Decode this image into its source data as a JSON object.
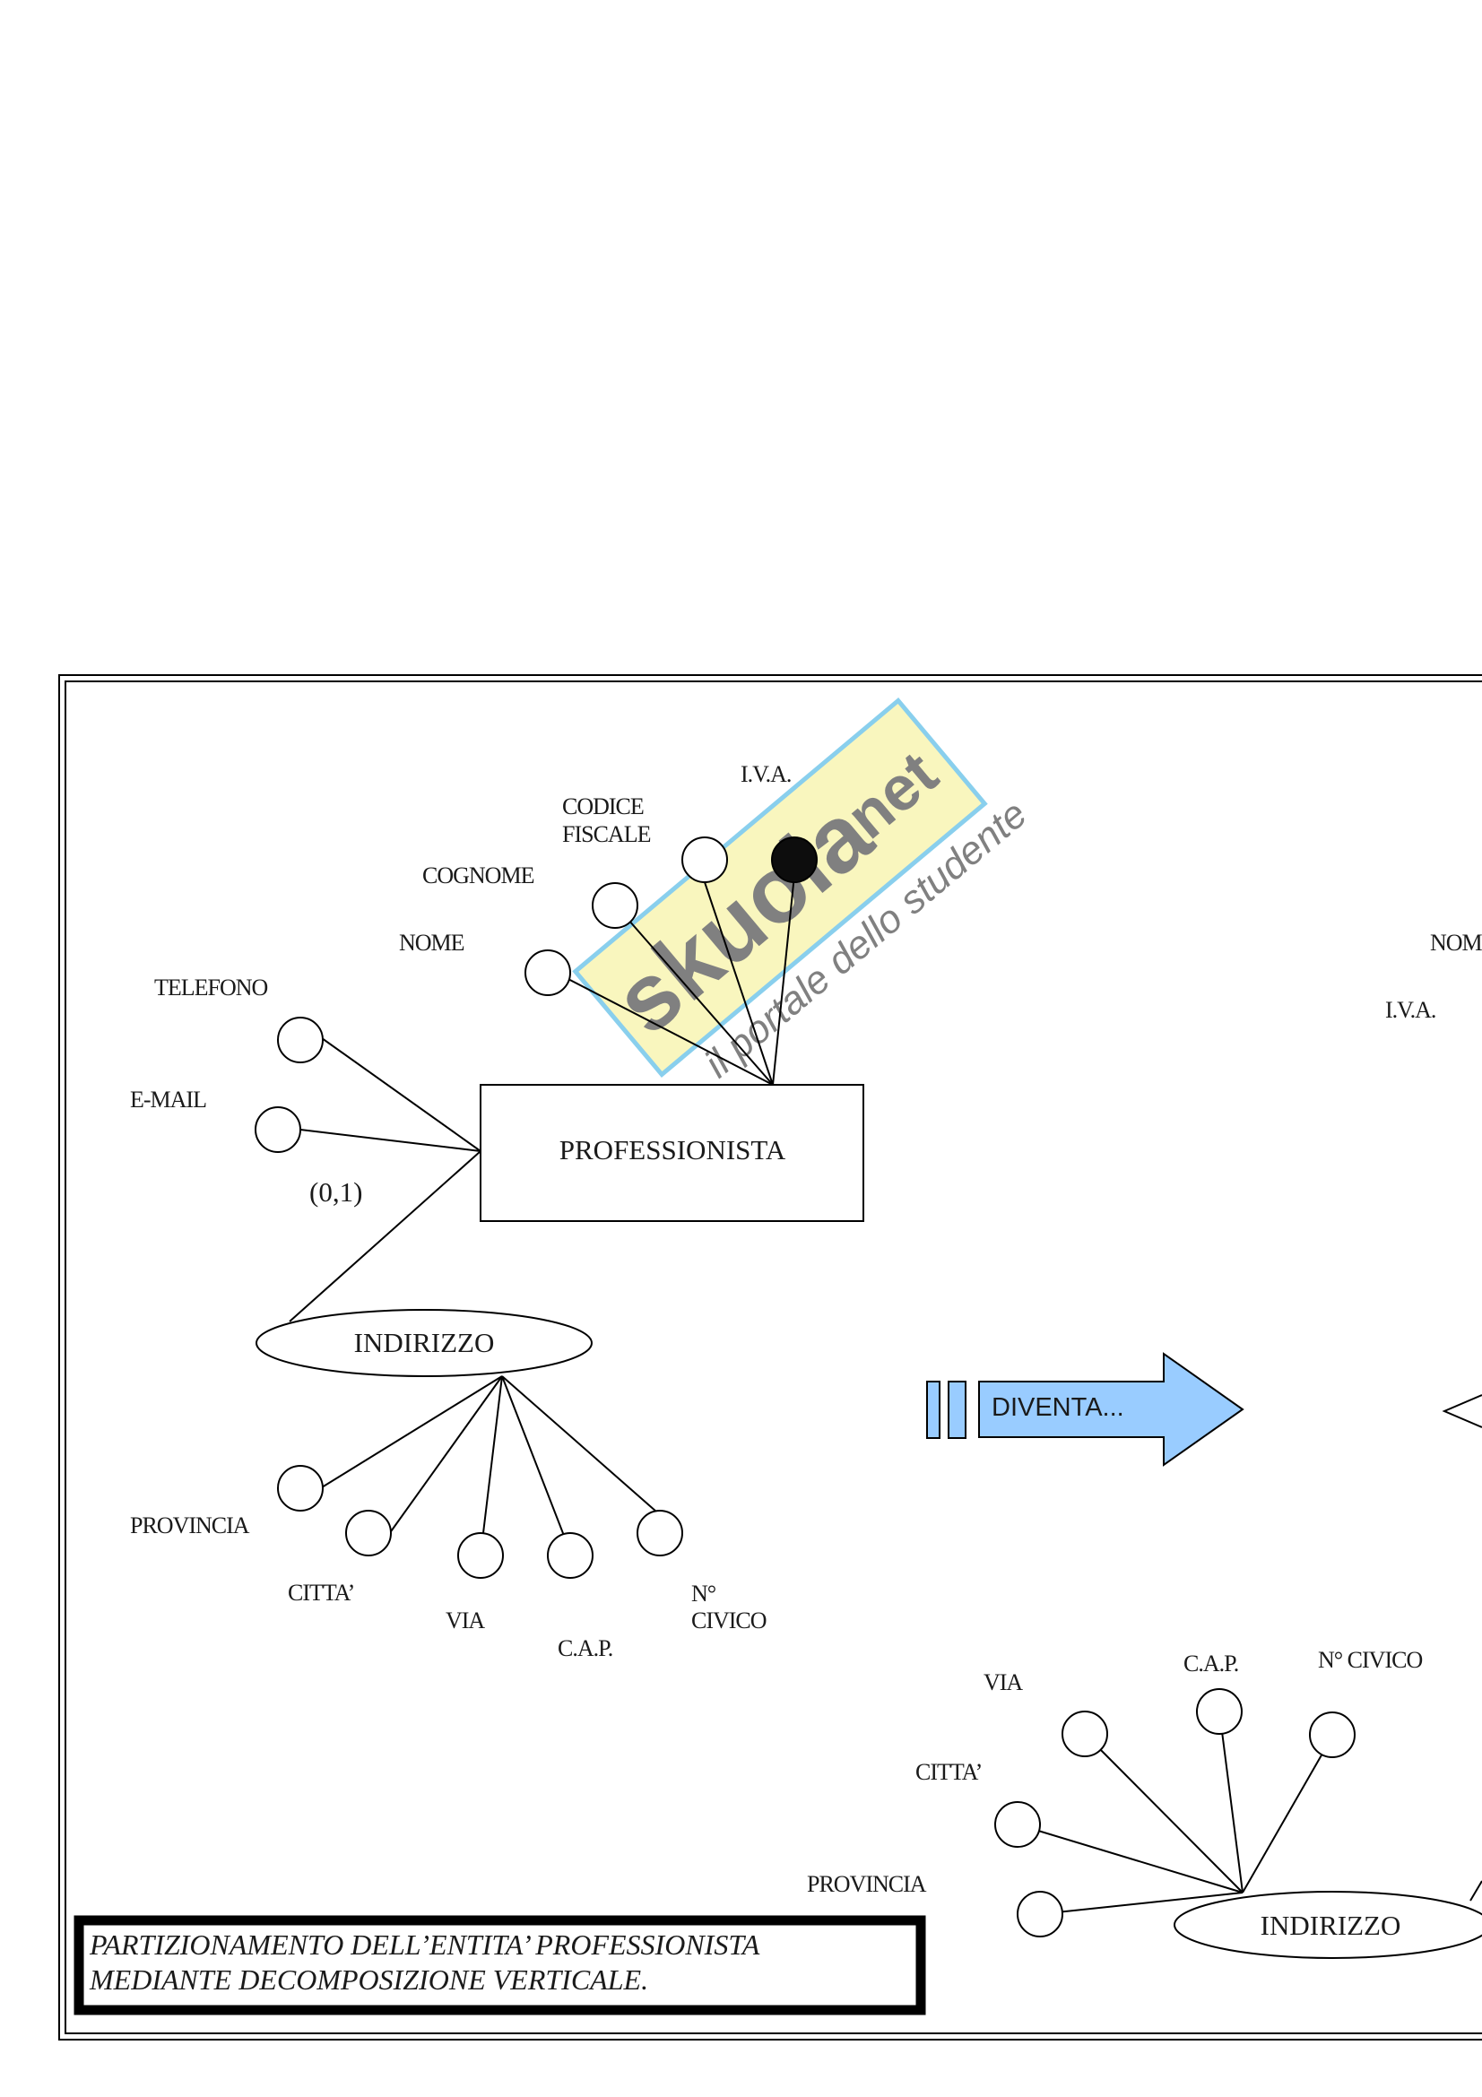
{
  "colors": {
    "line": "#000000",
    "arrow_fill": "#99ccff",
    "watermark_blue": "#2aa9e0",
    "watermark_yellow": "#f5f08a",
    "key_attribute": "#000000"
  },
  "watermark": {
    "brand": "skuola",
    "domain": ".net",
    "tagline": "il portale dello studente"
  },
  "left_diagram": {
    "entity": "PROFESSIONISTA",
    "attributes": {
      "iva": "I.V.A.",
      "codice_fiscale_1": "CODICE",
      "codice_fiscale_2": "FISCALE",
      "cognome": "COGNOME",
      "nome": "NOME",
      "telefono": "TELEFONO",
      "email": "E-MAIL"
    },
    "cardinality": "(0,1)",
    "composite": {
      "name": "INDIRIZZO",
      "provincia": "PROVINCIA",
      "citta": "CITTA’",
      "via": "VIA",
      "cap": "C.A.P.",
      "civico_1": "N°",
      "civico_2": "CIVICO"
    }
  },
  "transform_arrow": {
    "label": "DIVENTA..."
  },
  "right_diagram": {
    "nome_partial": "NOM",
    "iva": "I.V.A.",
    "composite": {
      "name": "INDIRIZZO",
      "via": "VIA",
      "cap": "C.A.P.",
      "civico": "N° CIVICO",
      "citta": "CITTA’",
      "provincia": "PROVINCIA"
    }
  },
  "caption": {
    "line1": "PARTIZIONAMENTO DELL’ENTITA’ PROFESSIONISTA",
    "line2": "MEDIANTE DECOMPOSIZIONE VERTICALE."
  }
}
